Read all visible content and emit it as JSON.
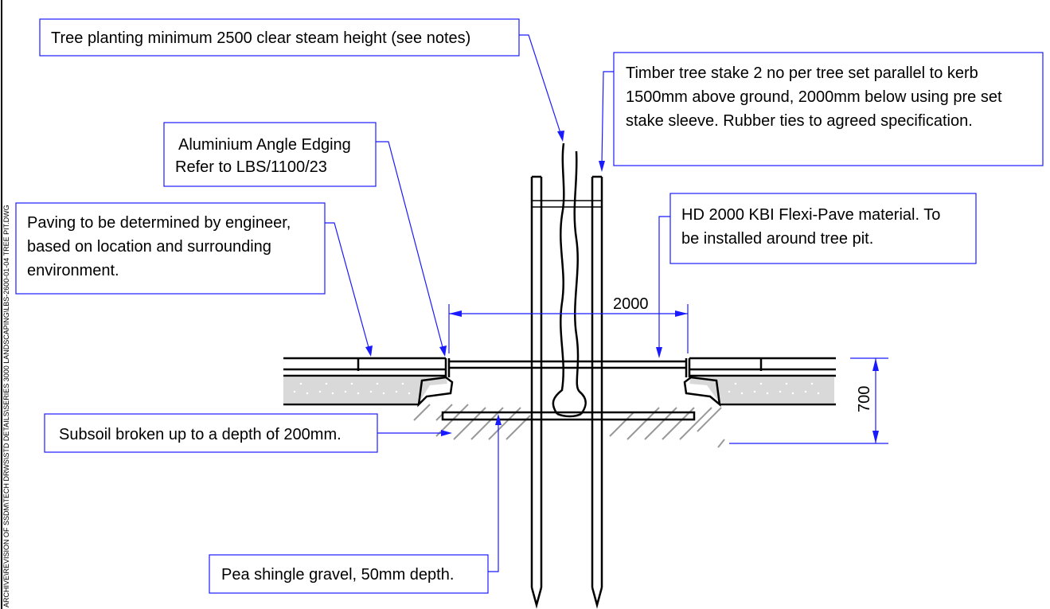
{
  "drawing": {
    "labels": {
      "tree_planting": "Tree planting minimum 2500 clear steam height (see notes)",
      "timber_stake": [
        "Timber tree stake 2 no per tree set parallel to kerb",
        "1500mm above ground, 2000mm below using pre set",
        "stake sleeve. Rubber ties to agreed specification."
      ],
      "aluminium_edging": [
        "Aluminium Angle Edging",
        "Refer to  LBS/1100/23"
      ],
      "paving": [
        "Paving to be determined by engineer,",
        "based on location and surrounding",
        "environment."
      ],
      "flexi_pave": [
        "HD 2000 KBI Flexi-Pave material. To",
        "be installed around tree pit."
      ],
      "subsoil": "Subsoil broken up to a depth of 200mm.",
      "pea_shingle": "Pea shingle gravel, 50mm depth."
    },
    "dimensions": {
      "width": "2000",
      "depth": "700"
    },
    "side_path": "ARCHIVE\\REVISION OF  SSDM\\TECH DRWS\\STD DETAILS\\SERIES 3000  LANDSCAPING\\LBS-2600-01-04  TREE PIT.DWG",
    "colors": {
      "leader": "#1a1aff",
      "line": "#000000",
      "hatch": "#999999"
    }
  }
}
